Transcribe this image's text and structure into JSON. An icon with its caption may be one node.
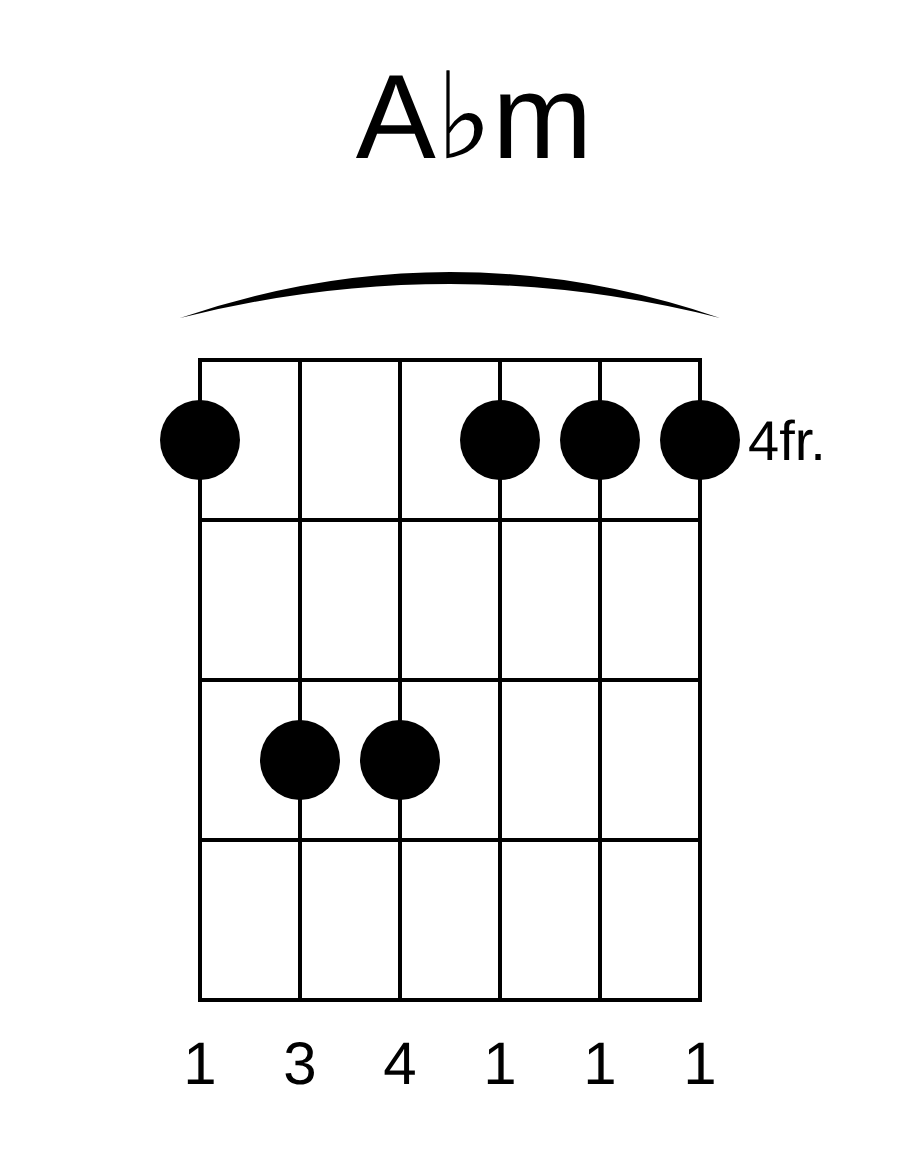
{
  "diagram": {
    "title": "A♭m",
    "nodes": [
      {
        "text": [],
        "shape": "arc"
      }
    ],
    "labels": [
      "4fr.",
      "1",
      "3",
      "4",
      "1",
      "1",
      "1"
    ]
  }
}
